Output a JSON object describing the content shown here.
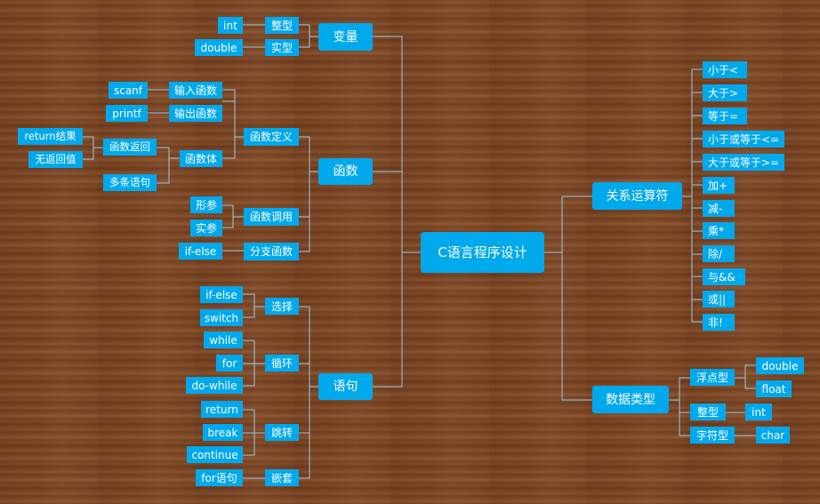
{
  "root": "C语言程序设计",
  "branches": {
    "variables": {
      "label": "变量",
      "children": [
        {
          "label": "整型",
          "leaf": "int"
        },
        {
          "label": "实型",
          "leaf": "double"
        }
      ]
    },
    "functions": {
      "label": "函数",
      "definition": {
        "label": "函数定义",
        "io": [
          {
            "label": "输入函数",
            "leaf": "scanf"
          },
          {
            "label": "输出函数",
            "leaf": "printf"
          }
        ],
        "body": {
          "label": "函数体",
          "return": {
            "label": "函数返回",
            "return_result": "return结果",
            "no_return": "无返回值"
          },
          "multi": "多条语句"
        }
      },
      "call": {
        "label": "函数调用",
        "formal": "形参",
        "actual": "实参"
      },
      "branch": {
        "label": "分支函数",
        "leaf": "if-else"
      }
    },
    "statements": {
      "label": "语句",
      "select": {
        "label": "选择",
        "items": [
          "if-else",
          "switch"
        ]
      },
      "loop": {
        "label": "循环",
        "items": [
          "while",
          "for",
          "do-while"
        ]
      },
      "jump": {
        "label": "跳转",
        "items": [
          "return",
          "break",
          "continue"
        ]
      },
      "nest": {
        "label": "嵌套",
        "leaf": "for语句"
      }
    },
    "operators": {
      "label": "关系运算符",
      "items": [
        "小于<",
        "大于>",
        "等于=",
        "小于或等于<=",
        "大于或等于>=",
        "加+",
        "减-",
        "乘*",
        "除/",
        "与&&",
        "或||",
        "非!"
      ]
    },
    "datatypes": {
      "label": "数据类型",
      "float": {
        "label": "浮点型",
        "items": [
          "double",
          "float"
        ]
      },
      "integer": {
        "label": "整型",
        "leaf": "int"
      },
      "char": {
        "label": "字符型",
        "leaf": "char"
      }
    }
  }
}
